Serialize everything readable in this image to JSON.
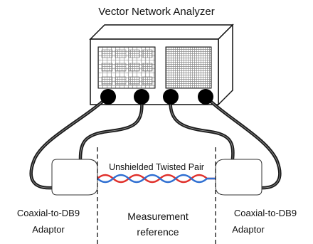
{
  "title": "Vector Network Analyzer",
  "twisted_pair_label": "Unshielded Twisted Pair",
  "left_adaptor": {
    "line1": "Coaxial-to-DB9",
    "line2": "Adaptor"
  },
  "right_adaptor": {
    "line1": "Coaxial-to-DB9",
    "line2": "Adaptor"
  },
  "reference": {
    "line1": "Measurement",
    "line2": "reference"
  },
  "colors": {
    "outline": "#111111",
    "cable": "#1a1a1a",
    "cable_core": "#7a7a7a",
    "pair_red": "#e0302b",
    "pair_blue": "#2f6fd1"
  }
}
